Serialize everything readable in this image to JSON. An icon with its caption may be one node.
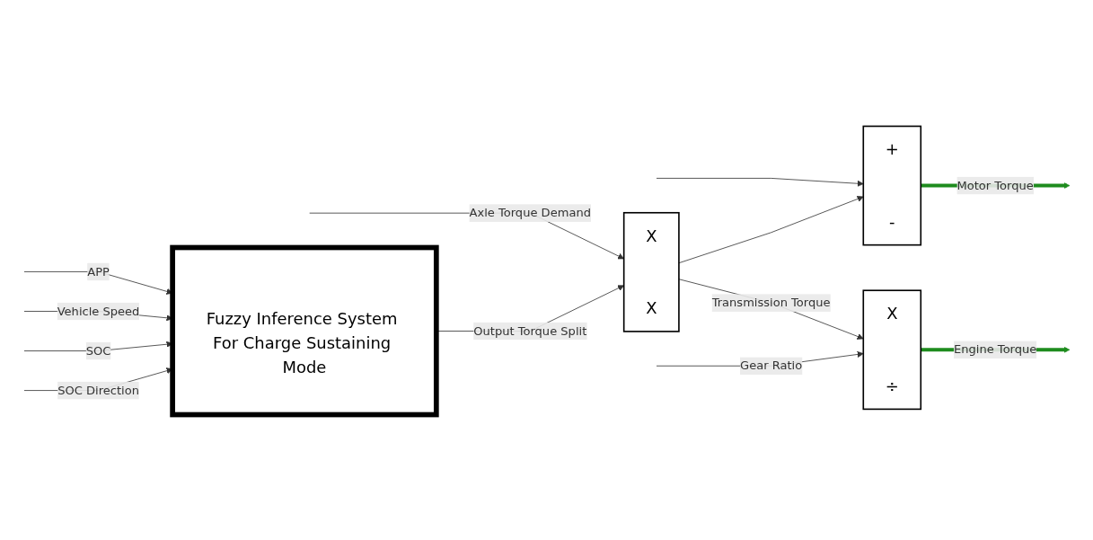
{
  "diagram": {
    "nodes": [
      {
        "text": [
          "+",
          "-"
        ]
      },
      {
        "text": [
          "X",
          "X"
        ]
      },
      {
        "text": [
          "Fuzzy Inference System For Charge Sustaining Mode"
        ]
      },
      {
        "text": [
          "X",
          "÷"
        ]
      }
    ],
    "edges": [
      {
        "from": null,
        "to": 1,
        "arrow": "to",
        "label": "Axle Torque Demand"
      },
      {
        "from": null,
        "to": 0,
        "arrow": "to"
      },
      {
        "from": null,
        "to": 2,
        "arrow": "to",
        "label": "APP"
      },
      {
        "from": null,
        "to": 2,
        "arrow": "to",
        "label": "Vehicle Speed"
      },
      {
        "from": null,
        "to": 2,
        "arrow": "to",
        "label": "SOC"
      },
      {
        "from": null,
        "to": 2,
        "arrow": "to",
        "label": "SOC Direction"
      },
      {
        "from": 2,
        "to": 1,
        "arrow": "to",
        "label": "Output Torque Split"
      },
      {
        "from": 1,
        "to": 3,
        "arrow": "to",
        "label": "Transmission Torque"
      },
      {
        "from": 1,
        "to": 0,
        "arrow": "to"
      },
      {
        "from": null,
        "to": 3,
        "arrow": "to",
        "label": "Gear Ratio"
      },
      {
        "from": 0,
        "to": null,
        "arrow": "to",
        "label": "Motor Torque",
        "style": "thick",
        "color": "#1e8c1e"
      },
      {
        "from": 3,
        "to": null,
        "arrow": "to",
        "label": "Engine Torque",
        "style": "thick",
        "color": "#1e8c1e"
      }
    ]
  }
}
